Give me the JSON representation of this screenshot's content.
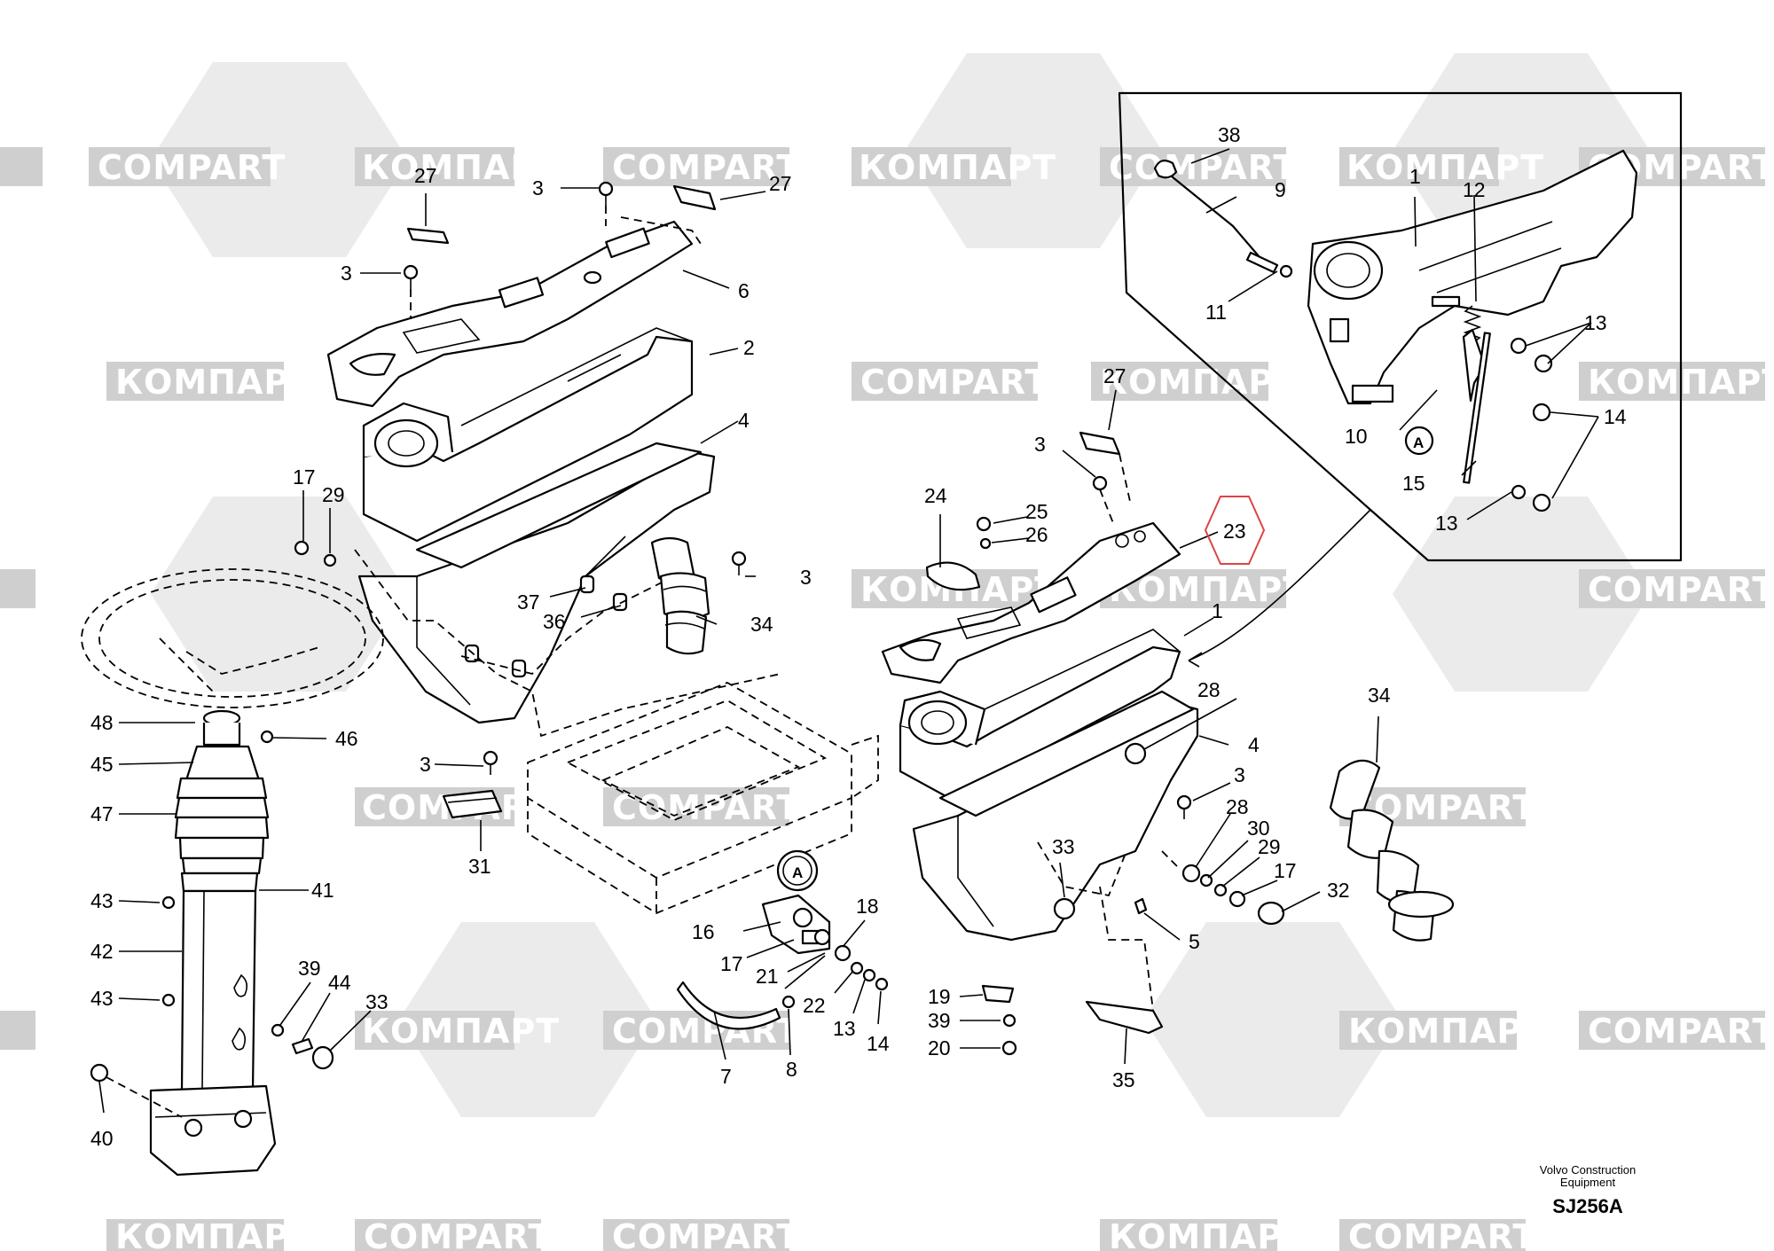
{
  "watermarks": [
    "COMPART",
    "КОМПАРТ"
  ],
  "callouts": {
    "c1": "1",
    "c2": "2",
    "c3": "3",
    "c4": "4",
    "c5": "5",
    "c6": "6",
    "c7": "7",
    "c8": "8",
    "c9": "9",
    "c10": "10",
    "c11": "11",
    "c12": "12",
    "c13": "13",
    "c14": "14",
    "c15": "15",
    "c16": "16",
    "c17": "17",
    "c18": "18",
    "c19": "19",
    "c20": "20",
    "c21": "21",
    "c22": "22",
    "c23": "23",
    "c24": "24",
    "c25": "25",
    "c26": "26",
    "c27": "27",
    "c28": "28",
    "c29": "29",
    "c30": "30",
    "c31": "31",
    "c32": "32",
    "c33": "33",
    "c34": "34",
    "c35": "35",
    "c36": "36",
    "c37": "37",
    "c38": "38",
    "c39": "39",
    "c40": "40",
    "c41": "41",
    "c42": "42",
    "c43": "43",
    "c44": "44",
    "c45": "45",
    "c46": "46",
    "c47": "47",
    "c48": "48",
    "detail_marker": "A"
  },
  "highlighted_callout": "23",
  "credit": {
    "line1": "Volvo Construction",
    "line2": "Equipment"
  },
  "drawing_code": "SJ256A",
  "colors": {
    "highlight": "#dd4444",
    "watermark": "#cfcfcf"
  }
}
